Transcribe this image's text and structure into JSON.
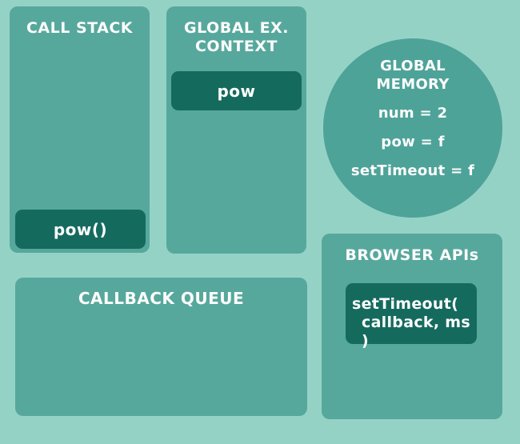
{
  "colors": {
    "background": "#95d2c6",
    "panel": "#57a89c",
    "circle": "#4ea399",
    "dark_chip": "#156a5e",
    "text": "#fcfcfc"
  },
  "call_stack": {
    "title": "CALL STACK",
    "frames": [
      {
        "label": "pow()"
      }
    ]
  },
  "global_context": {
    "title_line1": "GLOBAL EX.",
    "title_line2": "CONTEXT",
    "items": [
      {
        "label": "pow"
      }
    ]
  },
  "global_memory": {
    "title_line1": "GLOBAL",
    "title_line2": "MEMORY",
    "entries": [
      "num = 2",
      "pow = f",
      "setTimeout = f"
    ]
  },
  "browser_apis": {
    "title": "BROWSER APIs",
    "items": [
      {
        "line1": "setTimeout(",
        "line2": "callback, ms )"
      }
    ]
  },
  "callback_queue": {
    "title": "CALLBACK QUEUE"
  }
}
